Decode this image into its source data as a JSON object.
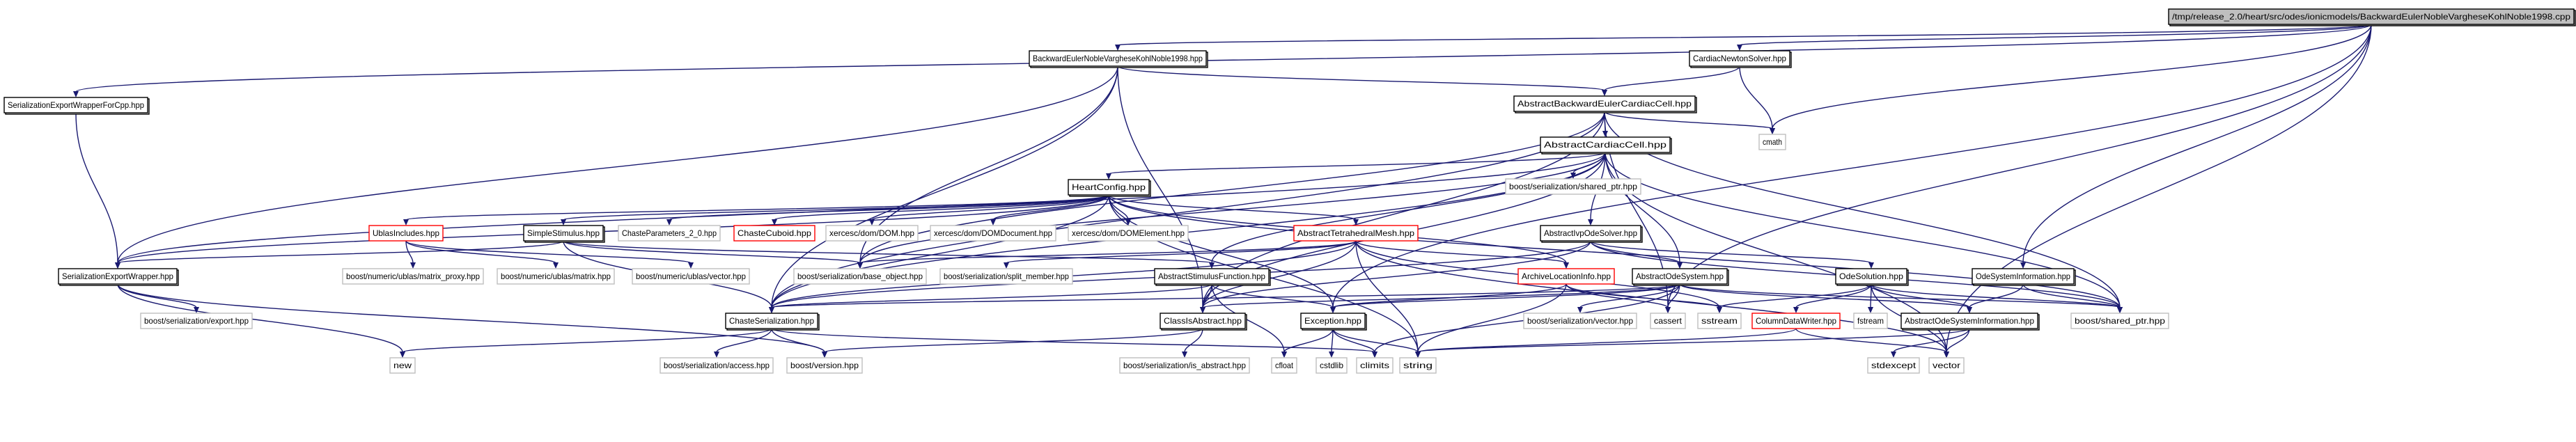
{
  "diagram": {
    "title": "Include dependency graph for BackwardEulerNobleVargheseKohlNoble1998.cpp",
    "colors": {
      "edge": "#191970",
      "local_border": "#000000",
      "system_border": "#bfbfbf",
      "undocumented_border": "#ff0000",
      "root_fill": "#bfbfbf"
    },
    "nodes": [
      {
        "id": "root",
        "label": "/tmp/release_2.0/heart/src/odes/ionicmodels/BackwardEulerNobleVargheseKohlNoble1998.cpp",
        "kind": "root"
      },
      {
        "id": "bevkn",
        "label": "BackwardEulerNobleVargheseKohlNoble1998.hpp",
        "kind": "local"
      },
      {
        "id": "cns",
        "label": "CardiacNewtonSolver.hpp",
        "kind": "local"
      },
      {
        "id": "sewfc",
        "label": "SerializationExportWrapperForCpp.hpp",
        "kind": "local"
      },
      {
        "id": "abecc",
        "label": "AbstractBackwardEulerCardiacCell.hpp",
        "kind": "local"
      },
      {
        "id": "cmath",
        "label": "cmath",
        "kind": "system"
      },
      {
        "id": "acc",
        "label": "AbstractCardiacCell.hpp",
        "kind": "local"
      },
      {
        "id": "hc",
        "label": "HeartConfig.hpp",
        "kind": "local"
      },
      {
        "id": "bssp",
        "label": "boost/serialization/shared_ptr.hpp",
        "kind": "system"
      },
      {
        "id": "ubl",
        "label": "UblasIncludes.hpp",
        "kind": "undoc"
      },
      {
        "id": "ss",
        "label": "SimpleStimulus.hpp",
        "kind": "local"
      },
      {
        "id": "cp20",
        "label": "ChasteParameters_2_0.hpp",
        "kind": "system"
      },
      {
        "id": "ccub",
        "label": "ChasteCuboid.hpp",
        "kind": "undoc"
      },
      {
        "id": "xdom",
        "label": "xercesc/dom/DOM.hpp",
        "kind": "system"
      },
      {
        "id": "xdoc",
        "label": "xercesc/dom/DOMDocument.hpp",
        "kind": "system"
      },
      {
        "id": "xel",
        "label": "xercesc/dom/DOMElement.hpp",
        "kind": "system"
      },
      {
        "id": "atm",
        "label": "AbstractTetrahedralMesh.hpp",
        "kind": "undoc"
      },
      {
        "id": "aivp",
        "label": "AbstractIvpOdeSolver.hpp",
        "kind": "local"
      },
      {
        "id": "sew",
        "label": "SerializationExportWrapper.hpp",
        "kind": "local"
      },
      {
        "id": "mprox",
        "label": "boost/numeric/ublas/matrix_proxy.hpp",
        "kind": "system"
      },
      {
        "id": "mat",
        "label": "boost/numeric/ublas/matrix.hpp",
        "kind": "system"
      },
      {
        "id": "uvec",
        "label": "boost/numeric/ublas/vector.hpp",
        "kind": "system"
      },
      {
        "id": "bobj",
        "label": "boost/serialization/base_object.hpp",
        "kind": "system"
      },
      {
        "id": "split",
        "label": "boost/serialization/split_member.hpp",
        "kind": "system"
      },
      {
        "id": "asf",
        "label": "AbstractStimulusFunction.hpp",
        "kind": "local"
      },
      {
        "id": "ali",
        "label": "ArchiveLocationInfo.hpp",
        "kind": "undoc"
      },
      {
        "id": "aos",
        "label": "AbstractOdeSystem.hpp",
        "kind": "local"
      },
      {
        "id": "osol",
        "label": "OdeSolution.hpp",
        "kind": "local"
      },
      {
        "id": "osi",
        "label": "OdeSystemInformation.hpp",
        "kind": "local"
      },
      {
        "id": "exp",
        "label": "boost/serialization/export.hpp",
        "kind": "system"
      },
      {
        "id": "cser",
        "label": "ChasteSerialization.hpp",
        "kind": "local"
      },
      {
        "id": "cia",
        "label": "ClassIsAbstract.hpp",
        "kind": "local"
      },
      {
        "id": "exc",
        "label": "Exception.hpp",
        "kind": "local"
      },
      {
        "id": "bsvec",
        "label": "boost/serialization/vector.hpp",
        "kind": "system"
      },
      {
        "id": "cassert",
        "label": "cassert",
        "kind": "system"
      },
      {
        "id": "sstream",
        "label": "sstream",
        "kind": "system"
      },
      {
        "id": "cdw",
        "label": "ColumnDataWriter.hpp",
        "kind": "undoc"
      },
      {
        "id": "fstream",
        "label": "fstream",
        "kind": "system"
      },
      {
        "id": "aosi",
        "label": "AbstractOdeSystemInformation.hpp",
        "kind": "local"
      },
      {
        "id": "bshp",
        "label": "boost/shared_ptr.hpp",
        "kind": "system"
      },
      {
        "id": "new",
        "label": "new",
        "kind": "system"
      },
      {
        "id": "access",
        "label": "boost/serialization/access.hpp",
        "kind": "system"
      },
      {
        "id": "version",
        "label": "boost/version.hpp",
        "kind": "system"
      },
      {
        "id": "isabs",
        "label": "boost/serialization/is_abstract.hpp",
        "kind": "system"
      },
      {
        "id": "cfloat",
        "label": "cfloat",
        "kind": "system"
      },
      {
        "id": "cstdlib",
        "label": "cstdlib",
        "kind": "system"
      },
      {
        "id": "climits",
        "label": "climits",
        "kind": "system"
      },
      {
        "id": "string",
        "label": "string",
        "kind": "system"
      },
      {
        "id": "stdexcept",
        "label": "stdexcept",
        "kind": "system"
      },
      {
        "id": "vector",
        "label": "vector",
        "kind": "system"
      }
    ],
    "edges": [
      [
        "root",
        "bevkn"
      ],
      [
        "root",
        "cns"
      ],
      [
        "root",
        "sewfc"
      ],
      [
        "root",
        "cmath"
      ],
      [
        "root",
        "cassert"
      ],
      [
        "root",
        "osi"
      ],
      [
        "root",
        "vector"
      ],
      [
        "root",
        "exc"
      ],
      [
        "bevkn",
        "abecc"
      ],
      [
        "bevkn",
        "sew"
      ],
      [
        "bevkn",
        "cser"
      ],
      [
        "bevkn",
        "cia"
      ],
      [
        "bevkn",
        "bobj"
      ],
      [
        "cns",
        "abecc"
      ],
      [
        "cns",
        "cmath"
      ],
      [
        "sewfc",
        "sew"
      ],
      [
        "abecc",
        "acc"
      ],
      [
        "abecc",
        "cmath"
      ],
      [
        "abecc",
        "cser"
      ],
      [
        "abecc",
        "cassert"
      ],
      [
        "abecc",
        "bobj"
      ],
      [
        "abecc",
        "bshp"
      ],
      [
        "abecc",
        "cia"
      ],
      [
        "acc",
        "hc"
      ],
      [
        "acc",
        "bssp"
      ],
      [
        "acc",
        "aivp"
      ],
      [
        "acc",
        "aos"
      ],
      [
        "acc",
        "asf"
      ],
      [
        "acc",
        "cser"
      ],
      [
        "acc",
        "bobj"
      ],
      [
        "acc",
        "bshp"
      ],
      [
        "acc",
        "vector"
      ],
      [
        "acc",
        "cia"
      ],
      [
        "acc",
        "sew"
      ],
      [
        "hc",
        "ubl"
      ],
      [
        "hc",
        "ss"
      ],
      [
        "hc",
        "cp20"
      ],
      [
        "hc",
        "ccub"
      ],
      [
        "hc",
        "xdom"
      ],
      [
        "hc",
        "xdoc"
      ],
      [
        "hc",
        "xel"
      ],
      [
        "hc",
        "atm"
      ],
      [
        "hc",
        "sew"
      ],
      [
        "hc",
        "cser"
      ],
      [
        "hc",
        "string"
      ],
      [
        "hc",
        "bshp"
      ],
      [
        "hc",
        "exc"
      ],
      [
        "hc",
        "ali"
      ],
      [
        "ubl",
        "mprox"
      ],
      [
        "ubl",
        "mat"
      ],
      [
        "ubl",
        "uvec"
      ],
      [
        "ss",
        "asf"
      ],
      [
        "ss",
        "cser"
      ],
      [
        "ss",
        "bobj"
      ],
      [
        "ss",
        "sew"
      ],
      [
        "atm",
        "cser"
      ],
      [
        "atm",
        "bobj"
      ],
      [
        "atm",
        "split"
      ],
      [
        "atm",
        "ali"
      ],
      [
        "atm",
        "string"
      ],
      [
        "atm",
        "vector"
      ],
      [
        "atm",
        "sstream"
      ],
      [
        "atm",
        "cia"
      ],
      [
        "aivp",
        "aos"
      ],
      [
        "aivp",
        "osol"
      ],
      [
        "aivp",
        "cser"
      ],
      [
        "aivp",
        "cia"
      ],
      [
        "aivp",
        "bshp"
      ],
      [
        "sew",
        "exp"
      ],
      [
        "sew",
        "new"
      ],
      [
        "sew",
        "version"
      ],
      [
        "asf",
        "cser"
      ],
      [
        "asf",
        "cia"
      ],
      [
        "asf",
        "exc"
      ],
      [
        "asf",
        "cfloat"
      ],
      [
        "ali",
        "exc"
      ],
      [
        "ali",
        "cassert"
      ],
      [
        "ali",
        "sstream"
      ],
      [
        "ali",
        "string"
      ],
      [
        "aos",
        "cser"
      ],
      [
        "aos",
        "cia"
      ],
      [
        "aos",
        "exc"
      ],
      [
        "aos",
        "bsvec"
      ],
      [
        "aos",
        "cassert"
      ],
      [
        "aos",
        "aosi"
      ],
      [
        "aos",
        "bshp"
      ],
      [
        "aos",
        "climits"
      ],
      [
        "osol",
        "cdw"
      ],
      [
        "osol",
        "fstream"
      ],
      [
        "osol",
        "sstream"
      ],
      [
        "osol",
        "aosi"
      ],
      [
        "osol",
        "bshp"
      ],
      [
        "osol",
        "vector"
      ],
      [
        "osi",
        "aosi"
      ],
      [
        "osi",
        "bshp"
      ],
      [
        "cser",
        "new"
      ],
      [
        "cser",
        "access"
      ],
      [
        "cser",
        "version"
      ],
      [
        "cser",
        "climits"
      ],
      [
        "cia",
        "isabs"
      ],
      [
        "cia",
        "version"
      ],
      [
        "exc",
        "cfloat"
      ],
      [
        "exc",
        "cstdlib"
      ],
      [
        "exc",
        "climits"
      ],
      [
        "exc",
        "string"
      ],
      [
        "cdw",
        "string"
      ],
      [
        "cdw",
        "vector"
      ],
      [
        "aosi",
        "stdexcept"
      ],
      [
        "aosi",
        "vector"
      ],
      [
        "aosi",
        "string"
      ]
    ]
  }
}
